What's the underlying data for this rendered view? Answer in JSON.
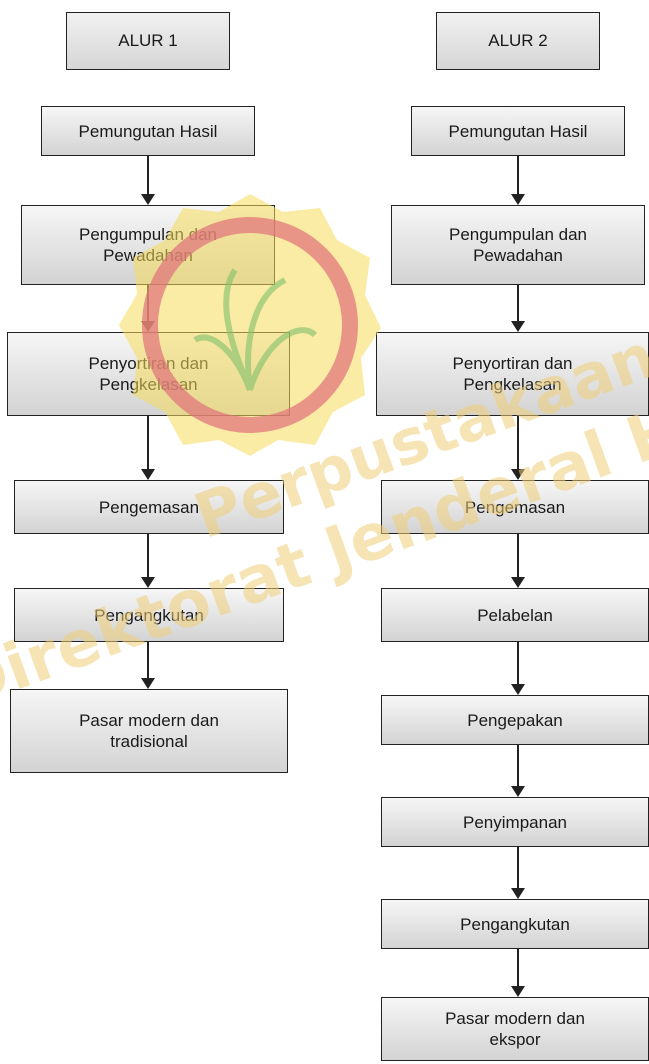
{
  "flow1": {
    "title": "ALUR 1",
    "steps": [
      "Pemungutan Hasil",
      "Pengumpulan dan\nPewadahan",
      "Penyortiran dan\nPengkelasan",
      "Pengemasan",
      "Pengangkutan",
      "Pasar modern dan\ntradisional"
    ]
  },
  "flow2": {
    "title": "ALUR 2",
    "steps": [
      "Pemungutan Hasil",
      "Pengumpulan dan\nPewadahan",
      "Penyortiran dan\nPengkelasan",
      "Pengemasan",
      "Pelabelan",
      "Pengepakan",
      "Penyimpanan",
      "Pengangkutan",
      "Pasar modern dan\nekspor"
    ]
  },
  "watermark": {
    "line1": "Perpustakaan",
    "line2": "Direktorat Jenderal Hortikultura",
    "colors": {
      "text": "#eecd78",
      "seal_fill": "#f6dc5a",
      "seal_ring": "#e0707a",
      "leaf": "#7fbf6a"
    }
  }
}
